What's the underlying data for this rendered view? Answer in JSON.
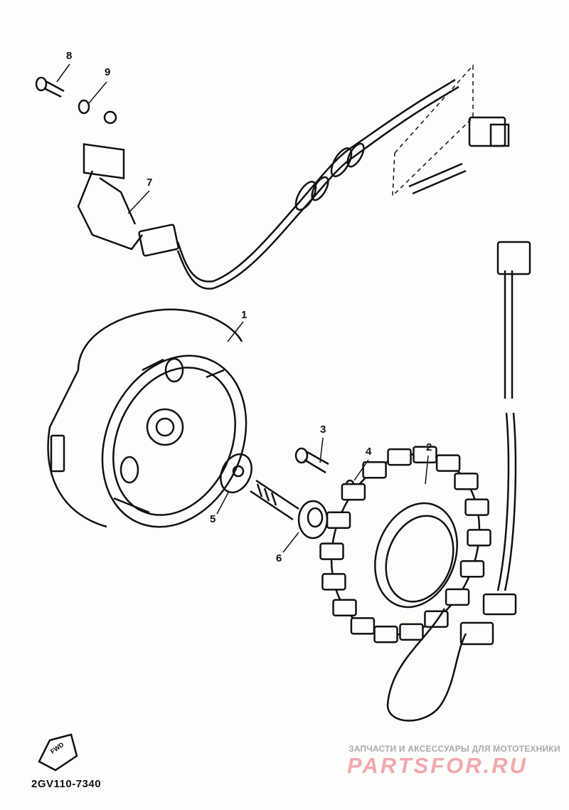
{
  "diagram": {
    "part_code": "2GV110-7340",
    "direction_label": "FWD",
    "callouts": [
      "1",
      "2",
      "3",
      "4",
      "5",
      "6",
      "7",
      "8",
      "9"
    ]
  },
  "watermark": {
    "tagline": "ЗАПЧАСТИ И АКСЕССУАРЫ ДЛЯ МОТОТЕХНИКИ",
    "brand": "PARTSFOR.RU",
    "brand_color": "#f2a9ae"
  }
}
